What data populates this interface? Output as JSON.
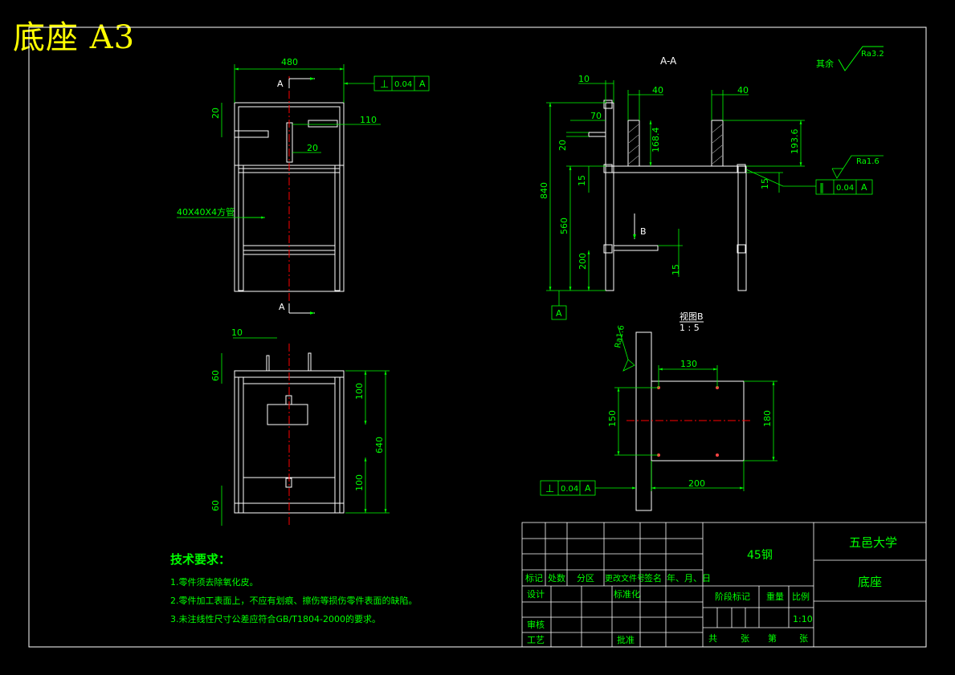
{
  "title": "底座 A3",
  "tech_requirements": {
    "heading": "技术要求：",
    "items": [
      "1.零件须去除氧化皮。",
      "2.零件加工表面上，不应有划痕、擦伤等损伤零件表面的缺陷。",
      "3.未注线性尺寸公差应符合GB/T1804-2000的要求。"
    ]
  },
  "front_view": {
    "dims": {
      "width": "480",
      "d20a": "20",
      "d110": "110",
      "d20b": "20"
    },
    "section_label_top": "A",
    "section_label_bottom": "A",
    "tube_label": "40X40X4方管",
    "tolerance": {
      "symbol": "⊥",
      "value": "0.04",
      "datum": "A"
    }
  },
  "top_view": {
    "dims": {
      "d10": "10",
      "d60a": "60",
      "d100a": "100",
      "d640": "640",
      "d100b": "100",
      "d60b": "60"
    }
  },
  "section_view": {
    "label": "A-A",
    "dims": {
      "d10": "10",
      "d40a": "40",
      "d40b": "40",
      "d70": "70",
      "d20": "20",
      "d168": "168.4",
      "d193": "193.6",
      "d15a": "15",
      "d840": "840",
      "d560": "560",
      "d200": "200",
      "d15b": "15",
      "d15c": "15"
    },
    "view_b": "B",
    "datum": "A",
    "tolerance": {
      "symbol": "∥",
      "value": "0.04",
      "datum": "A"
    },
    "roughness": "Ra1.6"
  },
  "detail_view": {
    "label": "视图B",
    "scale": "1 : 5",
    "dims": {
      "d130": "130",
      "d150": "150",
      "d180": "180",
      "d200": "200"
    },
    "roughness": "Ra1.6",
    "tolerance": {
      "symbol": "⊥",
      "value": "0.04",
      "datum": "A"
    }
  },
  "roughness_note": {
    "label": "其余",
    "value": "Ra3.2"
  },
  "title_block": {
    "material": "45钢",
    "school": "五邑大学",
    "part_name": "底座",
    "scale": "1:10",
    "headers": [
      "标记",
      "处数",
      "分区",
      "更改文件号",
      "签名",
      "年、月、日"
    ],
    "design": "设计",
    "standardize": "标准化",
    "review": "审核",
    "process": "工艺",
    "approve": "批准",
    "stage_mark": "阶段标记",
    "weight": "重量",
    "ratio": "比例",
    "total": "共",
    "sheet": "张",
    "no": "第",
    "sheet2": "张"
  }
}
